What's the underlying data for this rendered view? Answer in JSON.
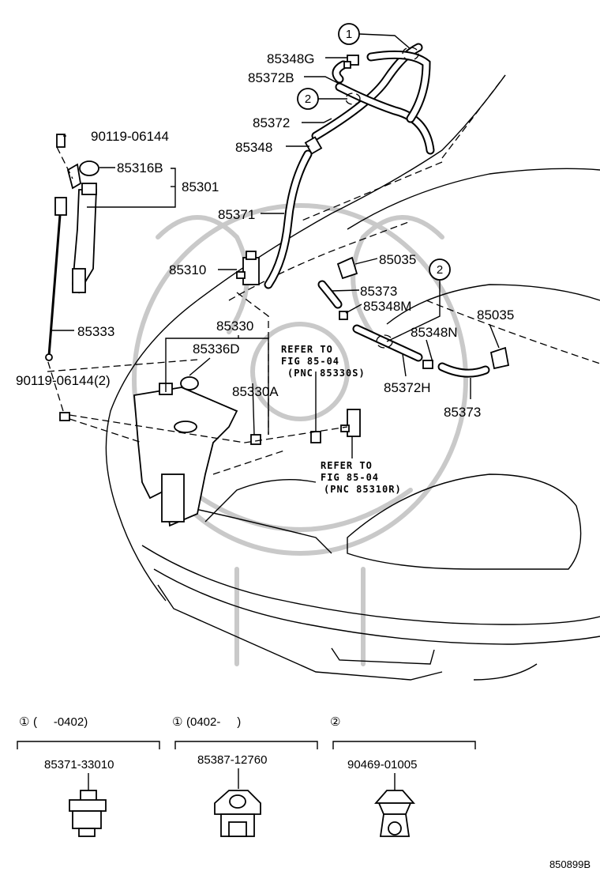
{
  "diagram_id": "850899B",
  "callouts": {
    "c1": "1",
    "c2a": "2",
    "c2b": "2"
  },
  "labels": {
    "p85348G": "85348G",
    "p85372B": "85372B",
    "p85372": "85372",
    "p85348": "85348",
    "p90119a": "90119-06144",
    "p85316B": "85316B",
    "p85301": "85301",
    "p85371": "85371",
    "p85310": "85310",
    "p85035a": "85035",
    "p85373a": "85373",
    "p85348M": "85348M",
    "p85035b": "85035",
    "p85333": "85333",
    "p85330": "85330",
    "p85336D": "85336D",
    "p85348N": "85348N",
    "p90119b": "90119-06144(2)",
    "p85330A": "85330A",
    "p85372H": "85372H",
    "p85373b": "85373"
  },
  "refer_notes": [
    {
      "line1": "REFER TO",
      "line2": "FIG 85-04",
      "line3": "(PNC 85330S)"
    },
    {
      "line1": "REFER TO",
      "line2": "FIG 85-04",
      "line3": "(PNC 85310R)"
    }
  ],
  "variants": [
    {
      "marker": "①",
      "range": "(     -0402)",
      "part_no": "85371-33010"
    },
    {
      "marker": "①",
      "range": "(0402-     )",
      "part_no": "85387-12760"
    },
    {
      "marker": "②",
      "range": "",
      "part_no": "90469-01005"
    }
  ]
}
